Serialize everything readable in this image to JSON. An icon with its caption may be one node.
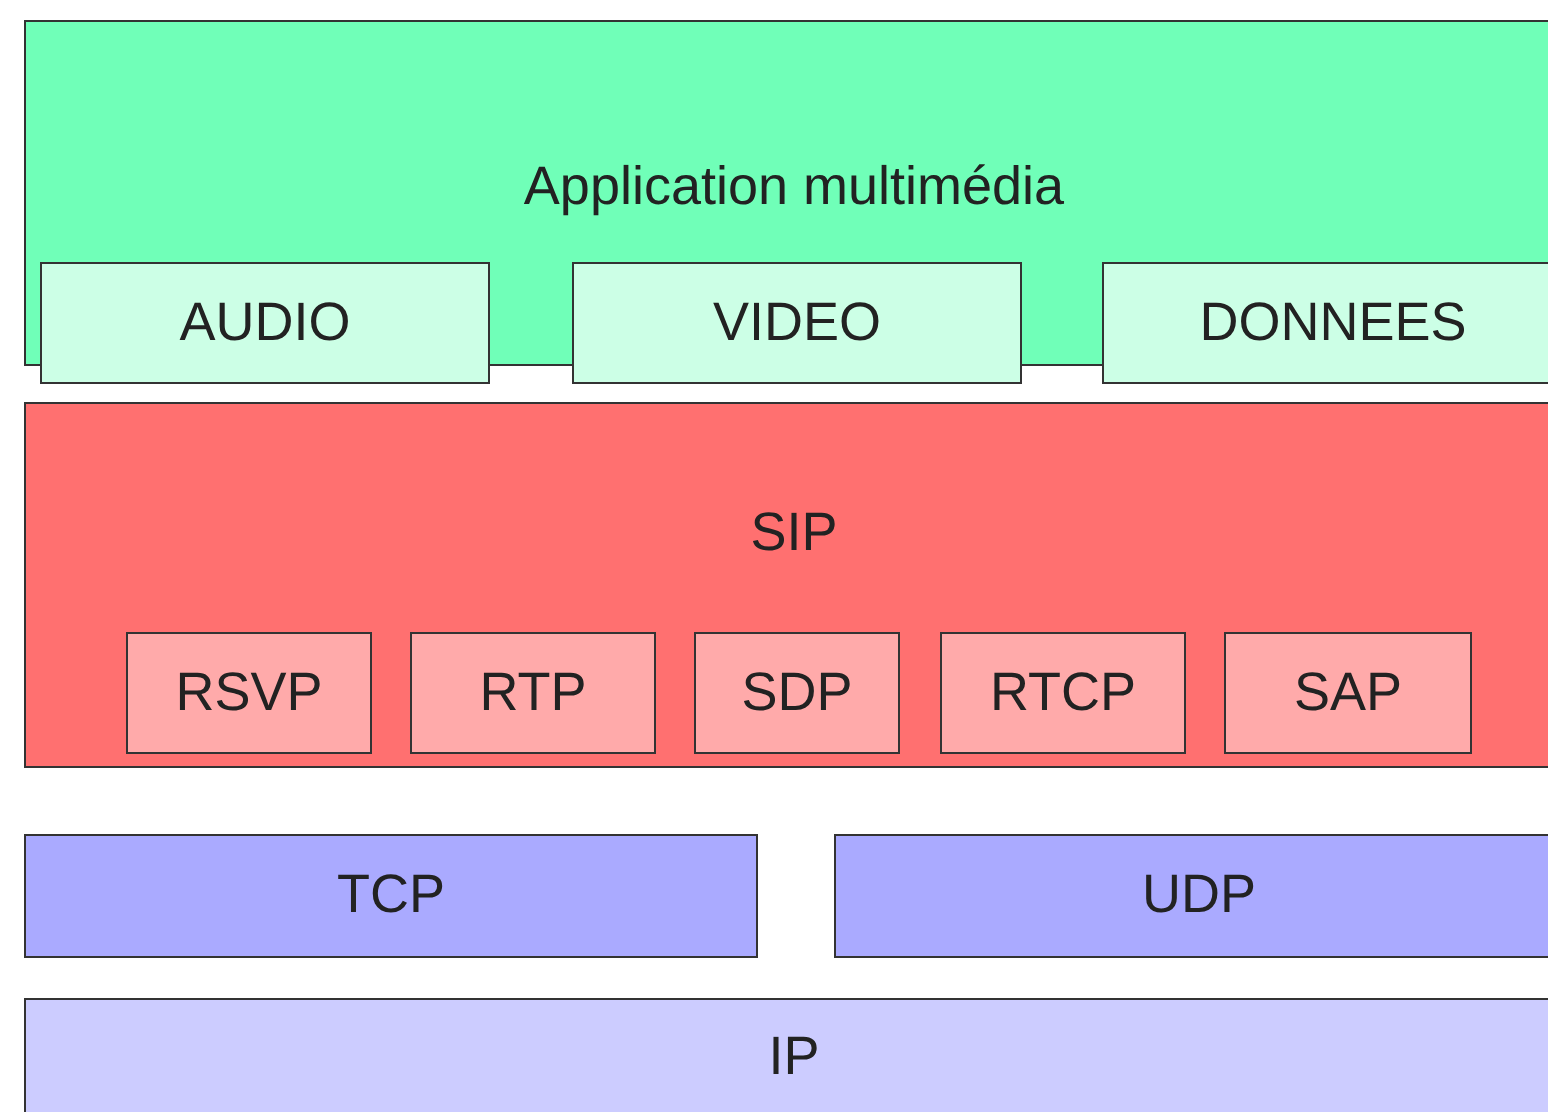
{
  "diagram": {
    "nodes": [
      {
        "text": [
          "Application multimédia"
        ]
      },
      {
        "text": [
          "AUDIO"
        ]
      },
      {
        "text": [
          "VIDEO"
        ]
      },
      {
        "text": [
          "DONNEES"
        ]
      },
      {
        "text": [
          "SIP"
        ]
      },
      {
        "text": [
          "RSVP"
        ],
        "in": 4
      },
      {
        "text": [
          "RTP"
        ],
        "in": 4
      },
      {
        "text": [
          "SDP"
        ],
        "in": 4
      },
      {
        "text": [
          "RTCP"
        ],
        "in": 4
      },
      {
        "text": [
          "SAP"
        ],
        "in": 4
      },
      {
        "text": [
          "TCP"
        ]
      },
      {
        "text": [
          "UDP"
        ]
      },
      {
        "text": [
          "IP"
        ]
      }
    ]
  }
}
